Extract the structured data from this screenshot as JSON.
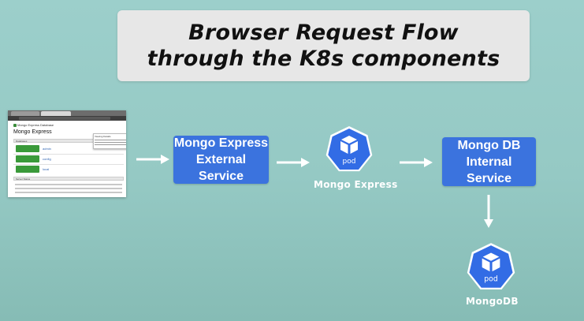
{
  "title": {
    "line1": "Browser Request Flow",
    "line2": "through the K8s components"
  },
  "browser_screenshot": {
    "breadcrumb": "Mongo Express  Database",
    "heading": "Mongo Express",
    "popup_title": "Viewing Details",
    "databases_header": "Databases",
    "databases": [
      "admin",
      "config",
      "local"
    ],
    "server_status_header": "Server Status"
  },
  "external_service": {
    "line1": "Mongo Express",
    "line2": "External Service"
  },
  "mongo_express_pod": {
    "icon_label": "pod",
    "caption": "Mongo Express"
  },
  "internal_service": {
    "line1": "Mongo DB",
    "line2": "Internal Service"
  },
  "mongodb_pod": {
    "icon_label": "pod",
    "caption": "MongoDB"
  },
  "colors": {
    "background": "#9ccfcb",
    "service_blue": "#3b73de",
    "pod_blue": "#326ce5",
    "title_box": "#e7e7e7"
  }
}
